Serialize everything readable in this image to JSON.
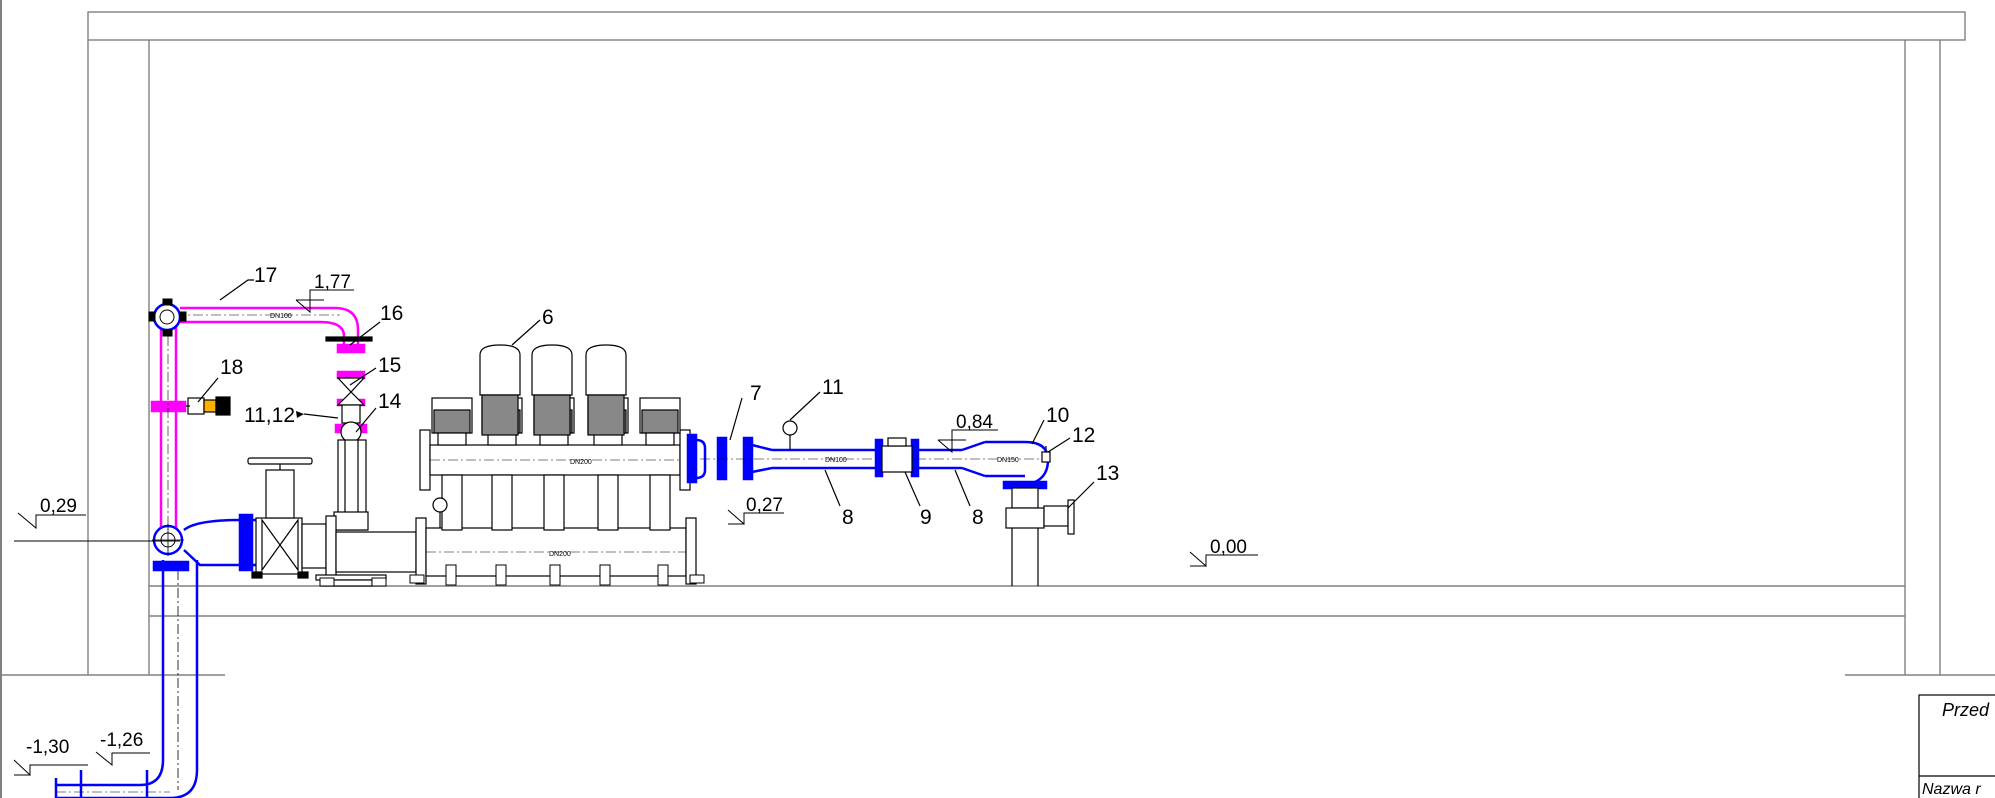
{
  "levels": [
    {
      "id": "lvl-177",
      "label": "1,77"
    },
    {
      "id": "lvl-084",
      "label": "0,84"
    },
    {
      "id": "lvl-029",
      "label": "0,29"
    },
    {
      "id": "lvl-027",
      "label": "0,27"
    },
    {
      "id": "lvl-000",
      "label": "0,00"
    },
    {
      "id": "lvl-130",
      "label": "-1,30"
    },
    {
      "id": "lvl-126",
      "label": "-1,26"
    }
  ],
  "callouts": [
    {
      "id": "c17",
      "label": "17"
    },
    {
      "id": "c16",
      "label": "16"
    },
    {
      "id": "c6",
      "label": "6"
    },
    {
      "id": "c18",
      "label": "18"
    },
    {
      "id": "c15",
      "label": "15"
    },
    {
      "id": "c1112",
      "label": "11,12"
    },
    {
      "id": "c14",
      "label": "14"
    },
    {
      "id": "c7",
      "label": "7"
    },
    {
      "id": "c11",
      "label": "11"
    },
    {
      "id": "c10",
      "label": "10"
    },
    {
      "id": "c12",
      "label": "12"
    },
    {
      "id": "c13",
      "label": "13"
    },
    {
      "id": "c8a",
      "label": "8"
    },
    {
      "id": "c9",
      "label": "9"
    },
    {
      "id": "c8b",
      "label": "8"
    }
  ],
  "pipe_labels": {
    "dn100_top": "DN100",
    "dn200_manifold": "DN200",
    "dn200_lower": "DN200",
    "dn100_mid": "DN100",
    "dn150": "DN150"
  },
  "title_block": {
    "line1": "Przed",
    "line2": "Nazwa r"
  },
  "colors": {
    "line": "#000000",
    "construction": "#808080",
    "pipe_blue": "#0000ff",
    "pipe_magenta": "#ff00ff"
  }
}
